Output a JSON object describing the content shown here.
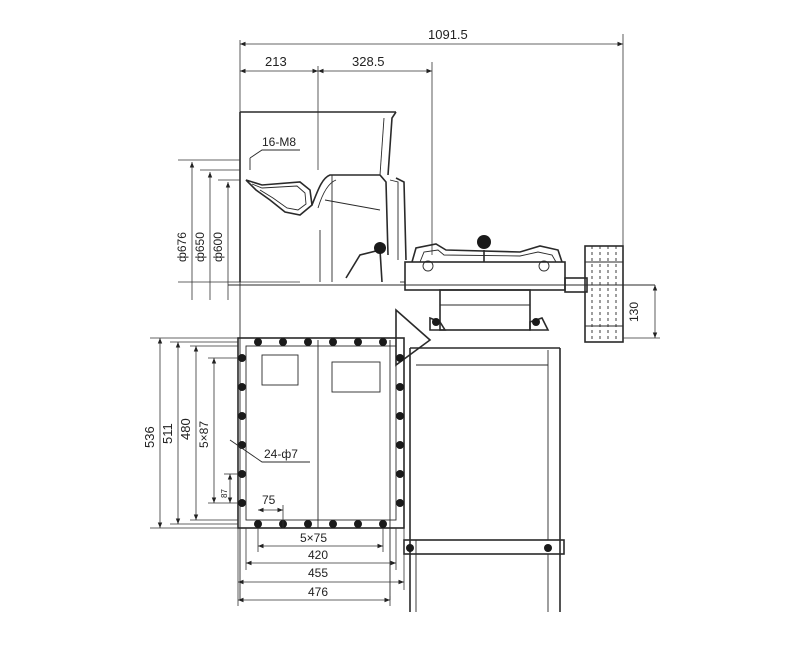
{
  "drawing": {
    "dim_overall_width": "1091.5",
    "dim_left_segment": "213",
    "dim_mid_segment": "328.5",
    "dim_dia_676": "ф676",
    "dim_dia_650": "ф650",
    "dim_dia_600": "ф600",
    "label_m8": "16-M8",
    "dim_536": "536",
    "dim_511": "511",
    "dim_480": "480",
    "dim_5x87": "5×87",
    "dim_87_small": "87",
    "label_holes": "24-ф7",
    "dim_75": "75",
    "dim_5x75": "5×75",
    "dim_420": "420",
    "dim_455": "455",
    "dim_476": "476",
    "dim_130": "130"
  }
}
